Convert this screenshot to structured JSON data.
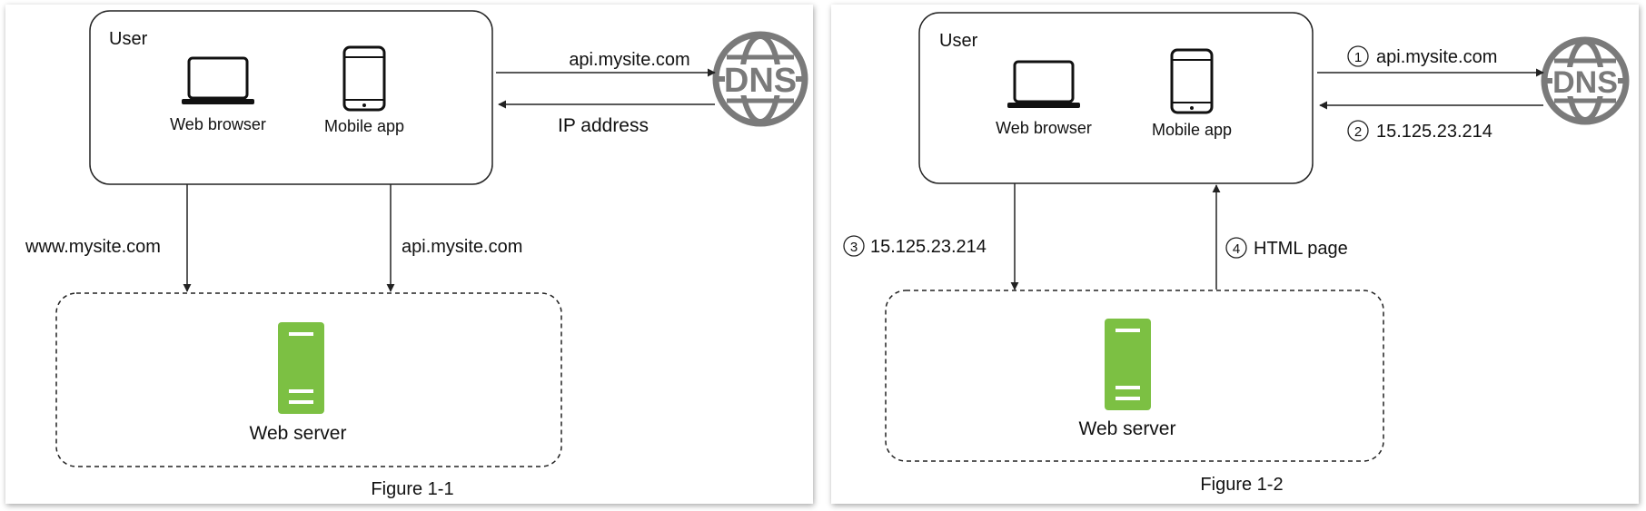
{
  "figure1": {
    "user_label": "User",
    "web_browser_label": "Web browser",
    "mobile_app_label": "Mobile app",
    "dns_label": "DNS",
    "request_label": "api.mysite.com",
    "response_label": "IP address",
    "left_arrow_label": "www.mysite.com",
    "right_arrow_label": "api.mysite.com",
    "server_label": "Web server",
    "caption": "Figure 1-1"
  },
  "figure2": {
    "user_label": "User",
    "web_browser_label": "Web browser",
    "mobile_app_label": "Mobile app",
    "dns_label": "DNS",
    "step1_number": "1",
    "step1_label": "api.mysite.com",
    "step2_number": "2",
    "step2_label": "15.125.23.214",
    "step3_number": "3",
    "step3_label": "15.125.23.214",
    "step4_number": "4",
    "step4_label": "HTML page",
    "server_label": "Web server",
    "caption": "Figure 1-2"
  },
  "colors": {
    "server_green": "#7cc043",
    "dns_gray": "#7a7a7a",
    "stroke": "#222222"
  },
  "icons": [
    "laptop-icon",
    "phone-icon",
    "globe-icon",
    "server-icon"
  ]
}
